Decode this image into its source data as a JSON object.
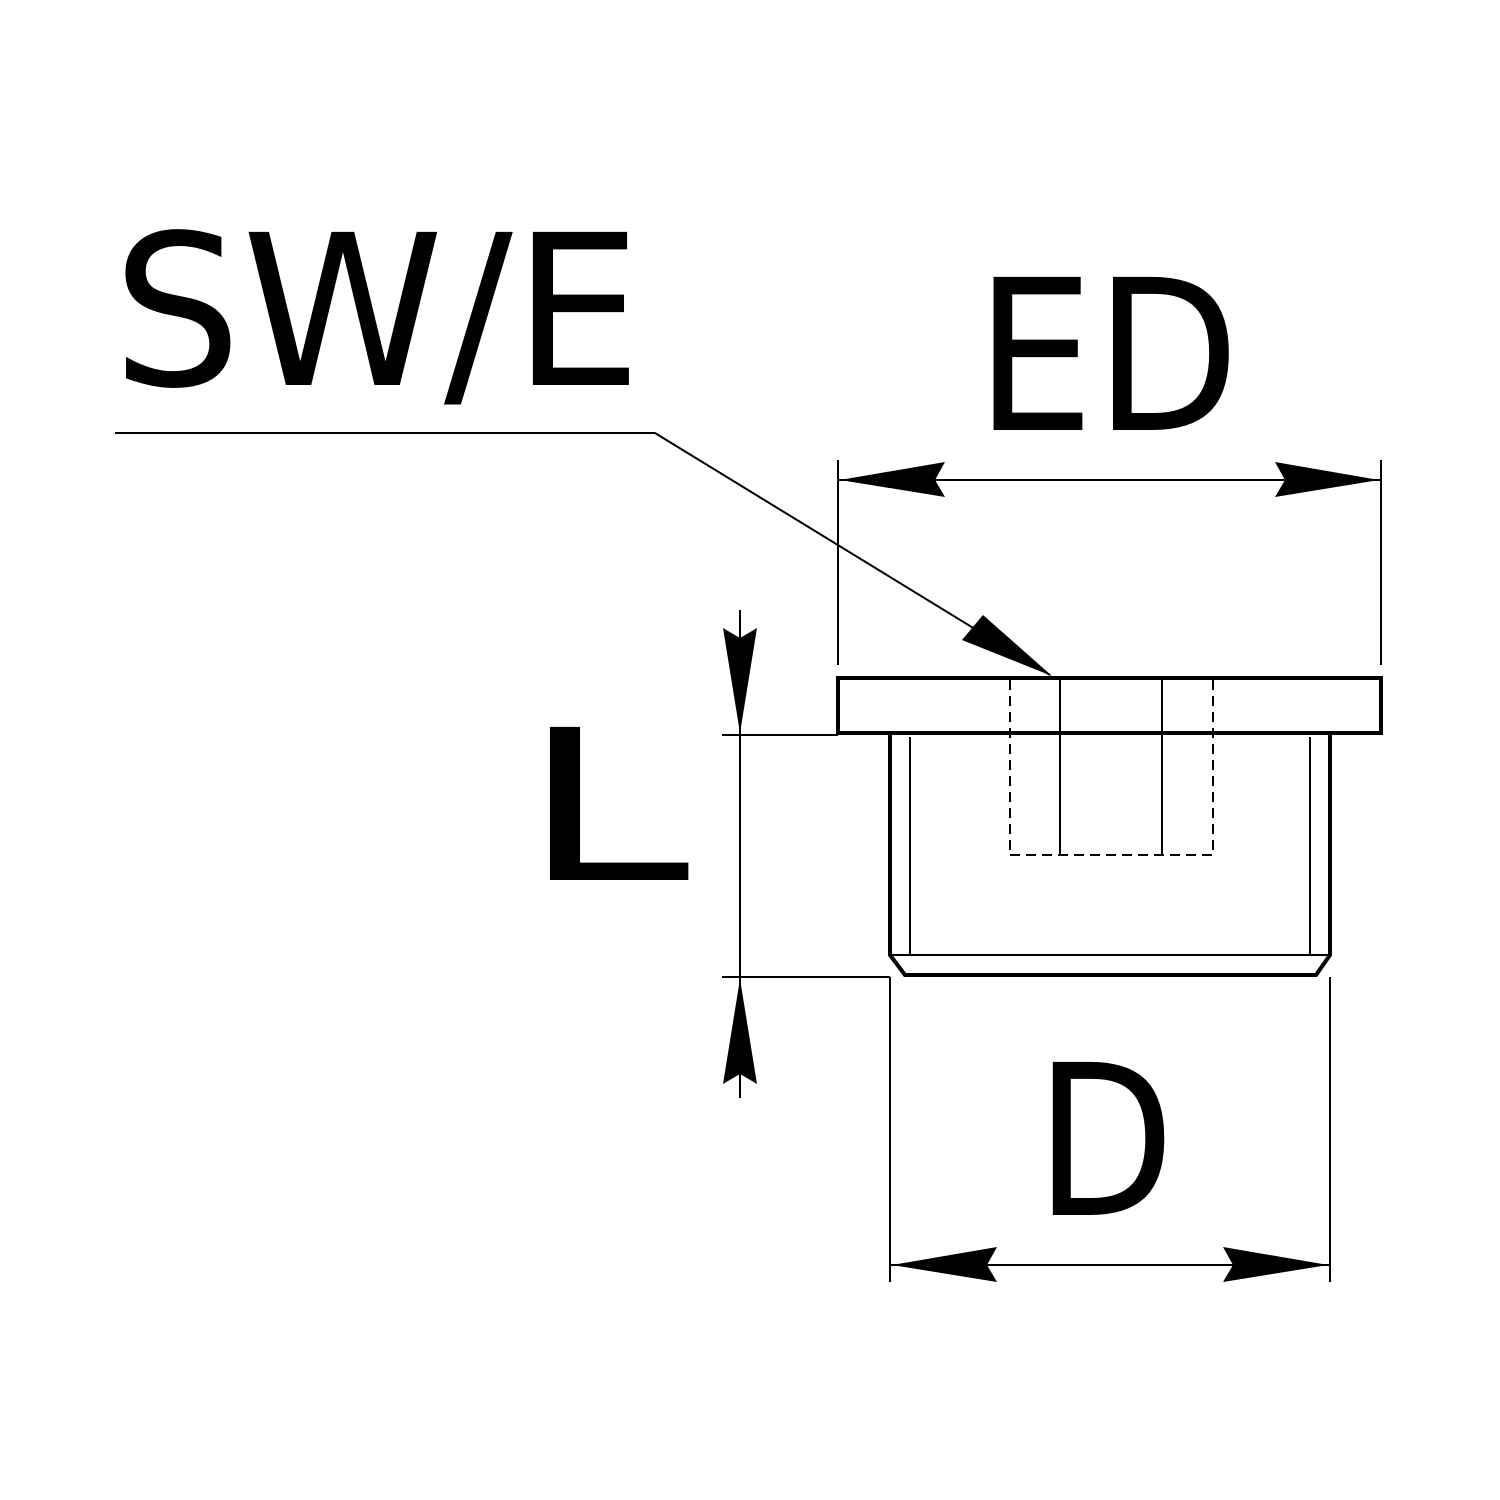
{
  "labels": {
    "sw_e": "SW/E",
    "ed": "ED",
    "l": "L",
    "d": "D"
  },
  "colors": {
    "line": "#000000",
    "background": "#ffffff"
  }
}
